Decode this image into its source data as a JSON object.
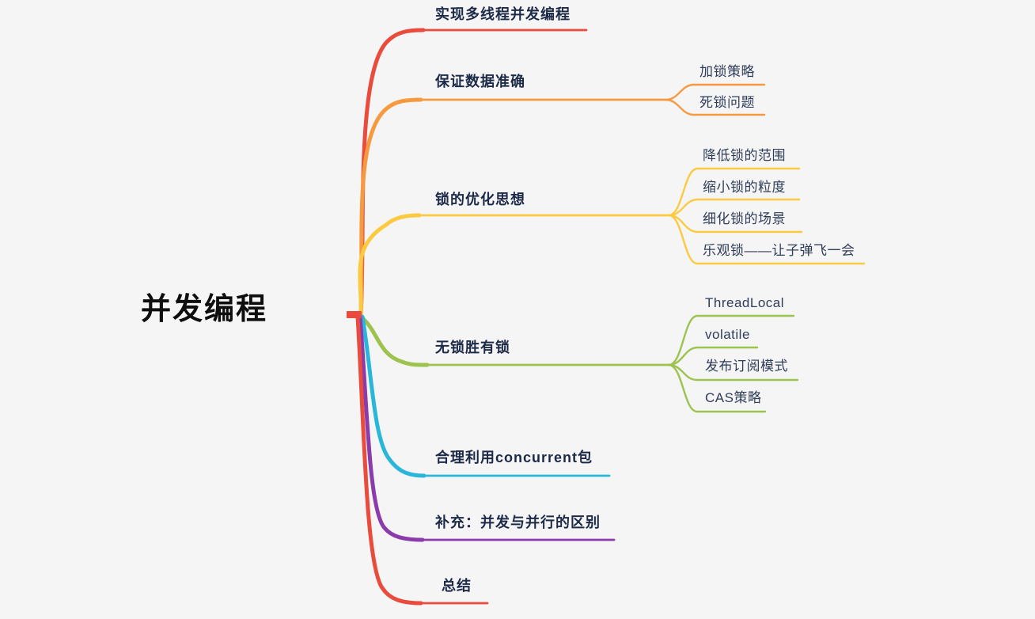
{
  "central": {
    "label": "并发编程"
  },
  "colors": {
    "red": "#e94b3c",
    "orange": "#f59a3e",
    "yellow": "#fcca41",
    "green": "#9cc34e",
    "cyan": "#2ab6d9",
    "purple": "#8c3bab",
    "text_dark": "#1c2a48",
    "text_child": "#2f3d58",
    "background": "#f5f5f6"
  },
  "branches": [
    {
      "label": "实现多线程并发编程",
      "color": "red",
      "children": []
    },
    {
      "label": "保证数据准确",
      "color": "orange",
      "children": [
        {
          "label": "加锁策略"
        },
        {
          "label": "死锁问题"
        }
      ]
    },
    {
      "label": "锁的优化思想",
      "color": "yellow",
      "children": [
        {
          "label": "降低锁的范围"
        },
        {
          "label": "缩小锁的粒度"
        },
        {
          "label": "细化锁的场景"
        },
        {
          "label": "乐观锁——让子弹飞一会"
        }
      ]
    },
    {
      "label": "无锁胜有锁",
      "color": "green",
      "children": [
        {
          "label": "ThreadLocal"
        },
        {
          "label": "volatile"
        },
        {
          "label": "发布订阅模式"
        },
        {
          "label": "CAS策略"
        }
      ]
    },
    {
      "label": "合理利用concurrent包",
      "color": "cyan",
      "children": []
    },
    {
      "label": "补充：并发与并行的区别",
      "color": "purple",
      "children": []
    },
    {
      "label": "总结",
      "color": "red",
      "children": []
    }
  ]
}
